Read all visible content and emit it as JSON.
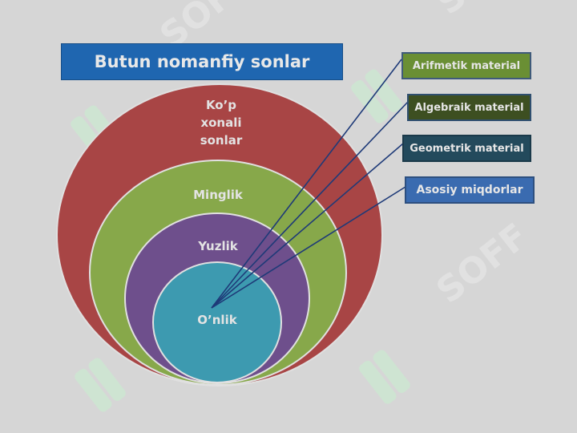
{
  "title": "Butun nomanfiy sonlar",
  "rings": [
    {
      "label": "Ko’p\nxonali\nsonlar",
      "color": "#a84545"
    },
    {
      "label": "Minglik",
      "color": "#87a84a"
    },
    {
      "label": "Yuzlik",
      "color": "#6e4f8c"
    },
    {
      "label": "O’nlik",
      "color": "#3d9ab0"
    }
  ],
  "tags": [
    {
      "label": "Arifmetik material"
    },
    {
      "label": "Algebraik material"
    },
    {
      "label": "Geometrik material"
    },
    {
      "label": "Asosiy miqdorlar"
    }
  ],
  "watermark": "SOFF",
  "colors": {
    "background": "#d6d6d6",
    "title_bg": "#1f66b0",
    "connector": "#1e3a78"
  }
}
